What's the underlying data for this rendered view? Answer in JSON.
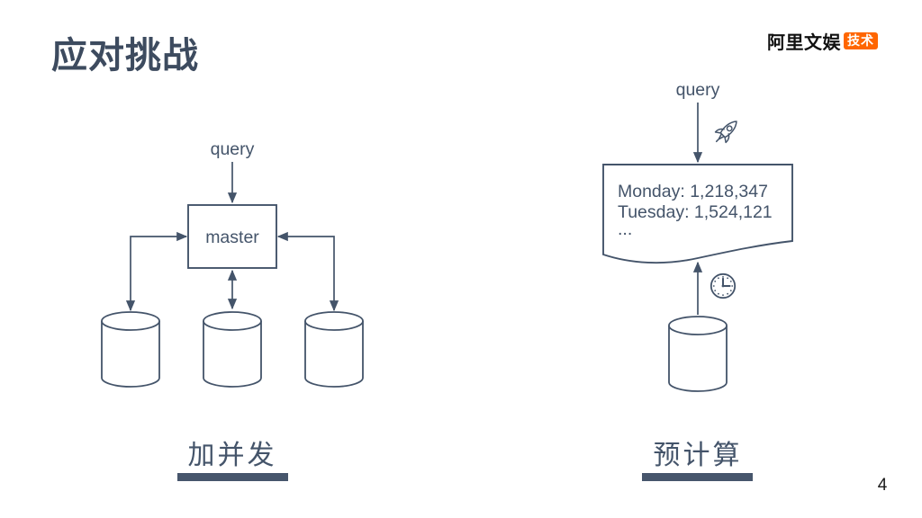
{
  "slide": {
    "title": "应对挑战",
    "page_number": "4"
  },
  "logo": {
    "brand_text": "阿里文娱",
    "badge_text": "技术"
  },
  "left_diagram": {
    "query_label": "query",
    "master_label": "master",
    "caption": "加并发",
    "database_count": 3
  },
  "right_diagram": {
    "query_label": "query",
    "document_lines": [
      "Monday: 1,218,347",
      "Tuesday: 1,524,121",
      "..."
    ],
    "caption": "预计算"
  },
  "icons": {
    "query_acceleration": "rocket-icon",
    "scheduled_precompute": "clock-icon",
    "storage_nodes": "database-cylinder-icon"
  },
  "colors": {
    "diagram_stroke": "#44546A",
    "title_text": "#3D4B5F",
    "caption_bar": "#47566C",
    "logo_badge_bg": "#FF6600",
    "page_number": "#1A1A1A"
  }
}
